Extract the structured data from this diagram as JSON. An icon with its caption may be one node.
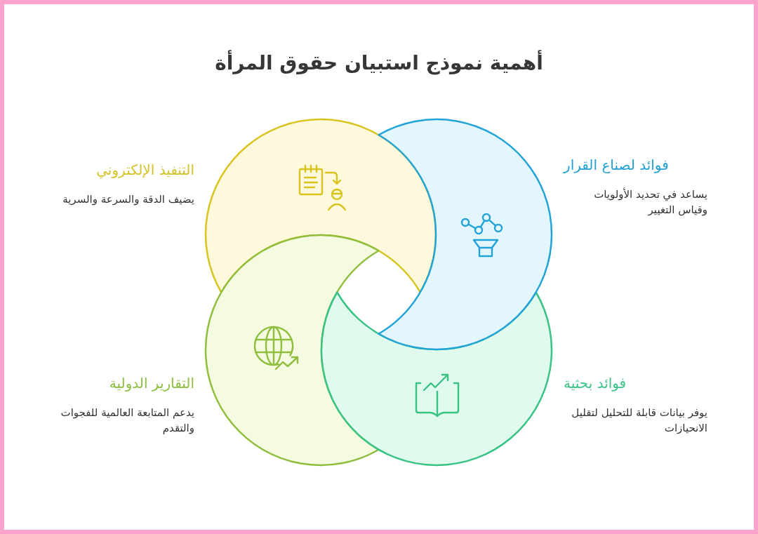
{
  "diagram": {
    "title": "أهمية نموذج استبيان حقوق المرأة",
    "nodes": [
      {
        "text": [
          "فوائد لصناع القرار",
          "يساعد في تحديد الأولويات وقياس التغيير"
        ]
      },
      {
        "text": [
          "التنفيذ الإلكتروني",
          "يضيف الدقة والسرعة والسرية"
        ]
      },
      {
        "text": [
          "فوائد بحثية",
          "يوفر بيانات قابلة للتحليل لتقليل الانحيازات"
        ]
      },
      {
        "text": [
          "التقارير الدولية",
          "يدعم المتابعة العالمية للفجوات والتقدم"
        ]
      }
    ]
  }
}
